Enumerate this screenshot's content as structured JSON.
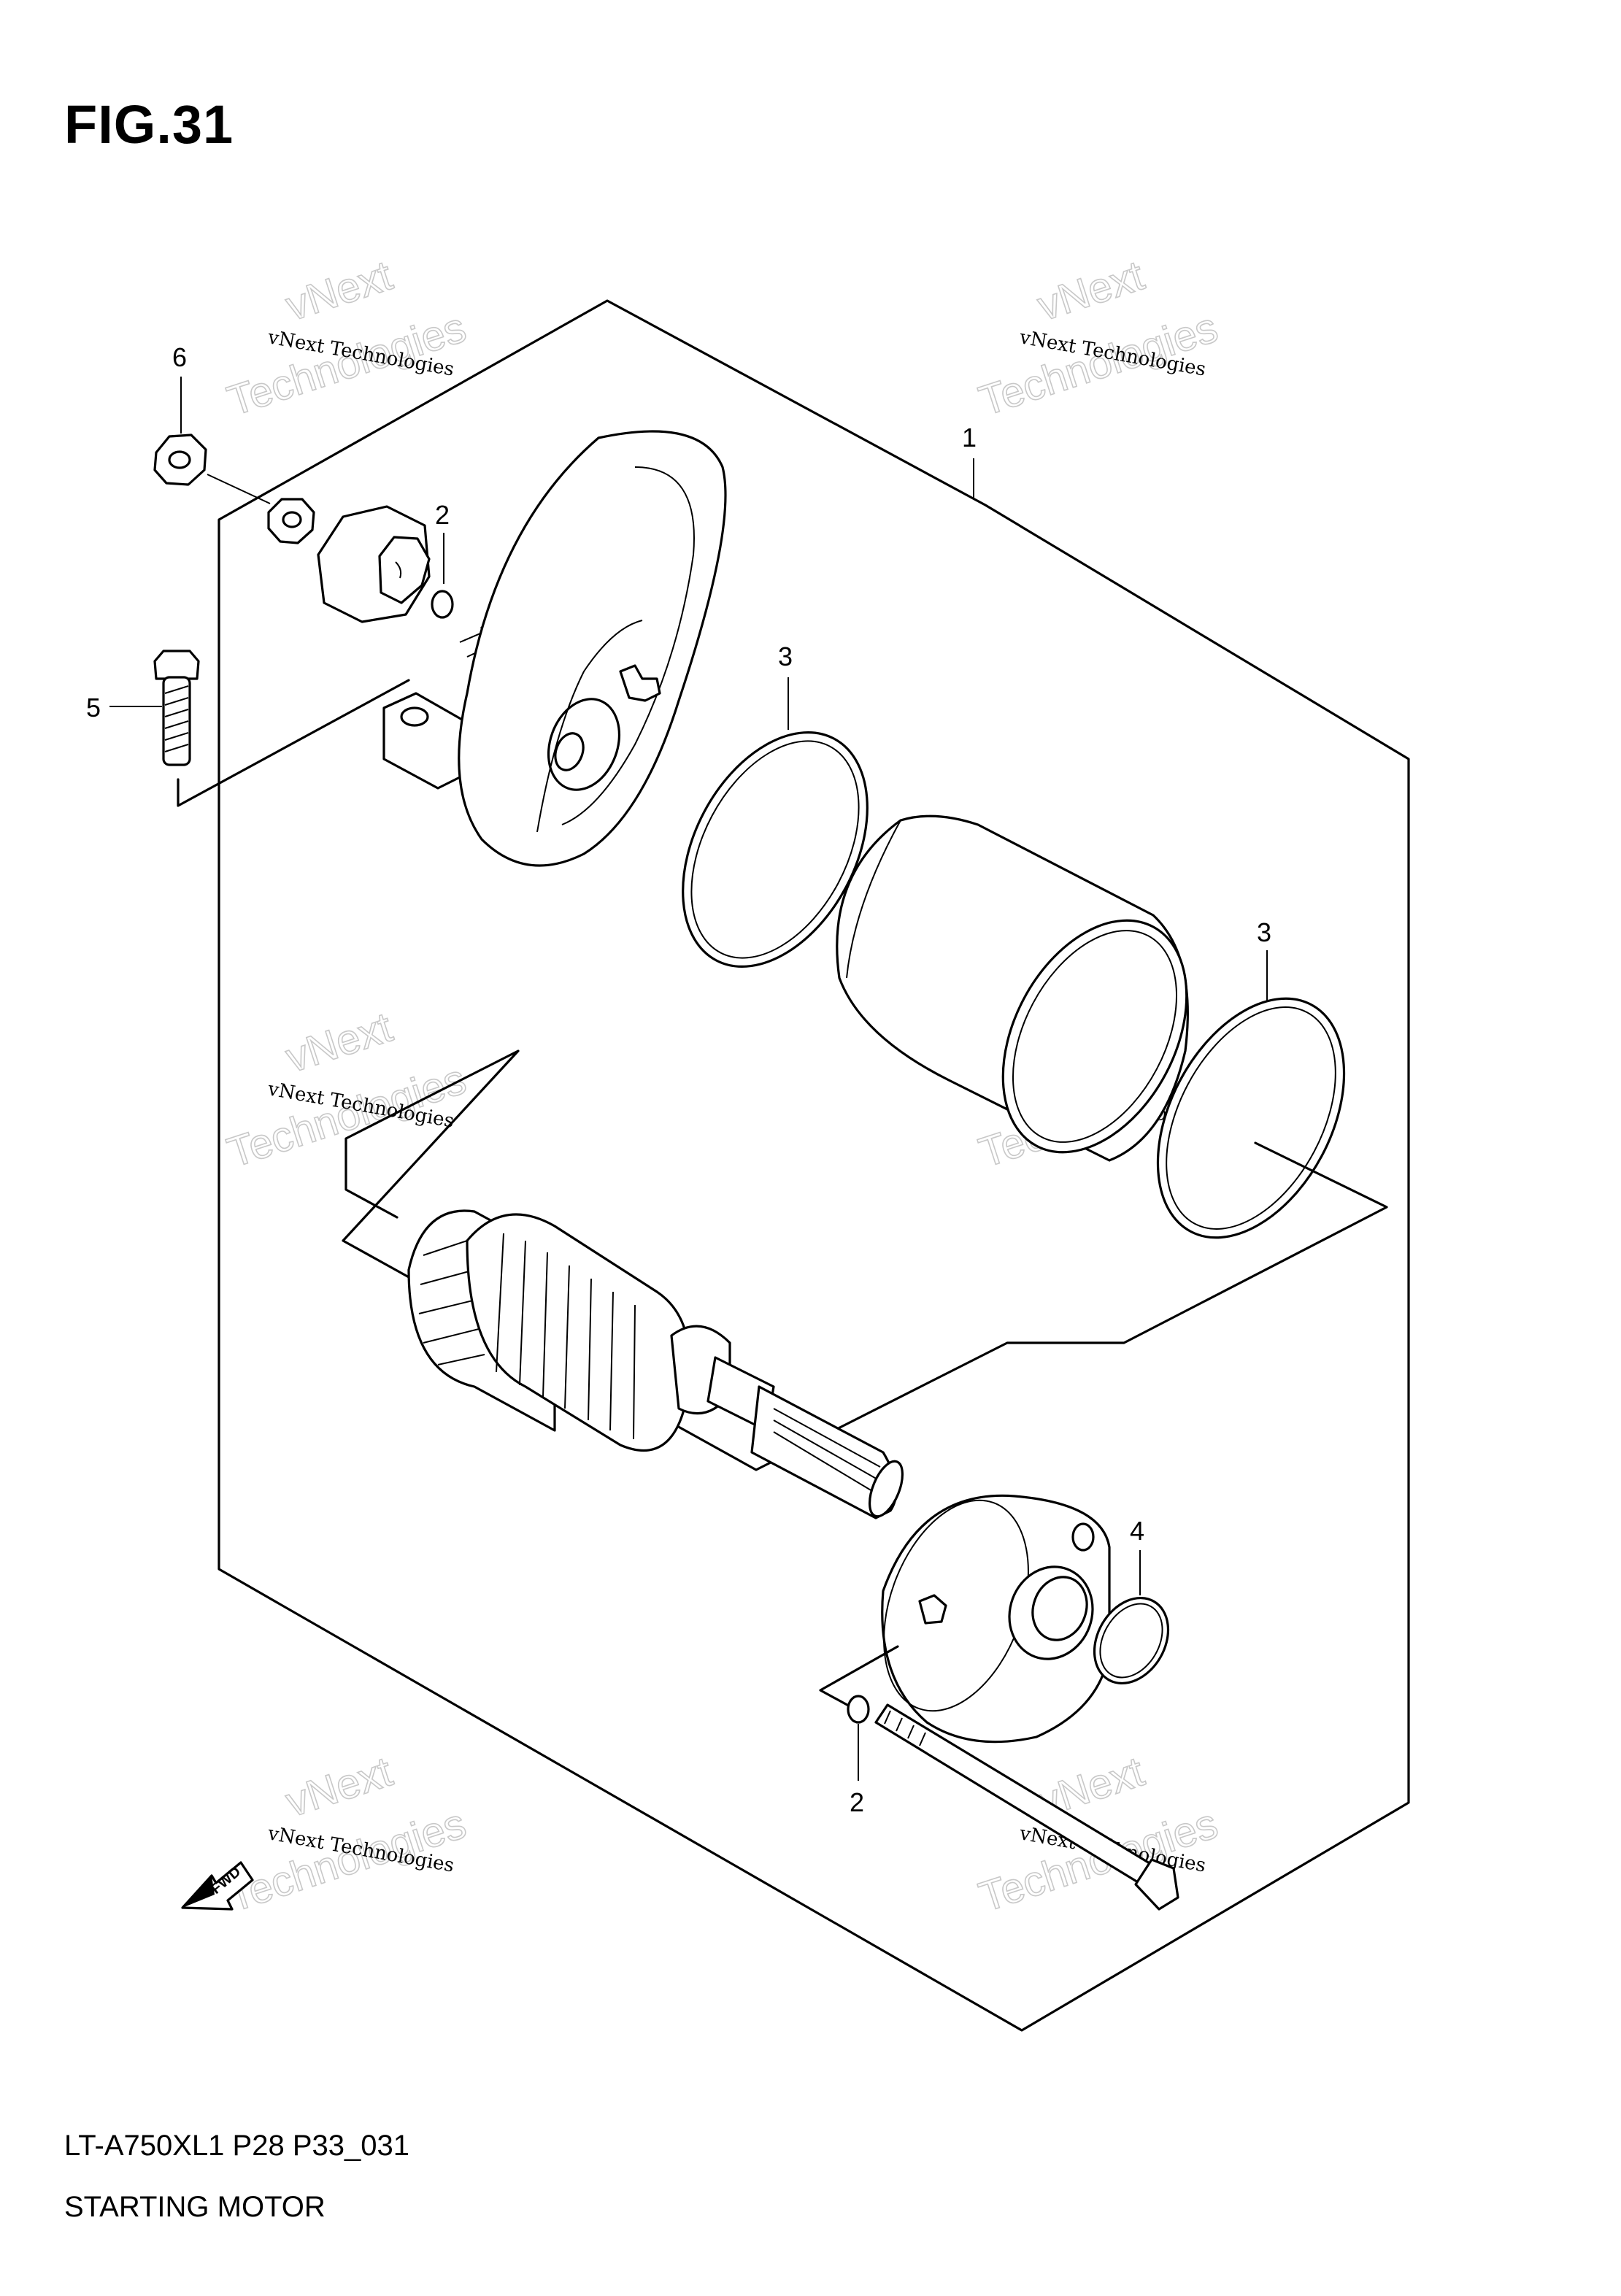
{
  "figure": {
    "title": "FIG.31"
  },
  "footer": {
    "model_code": "LT-A750XL1 P28 P33_031",
    "section_name": "STARTING MOTOR"
  },
  "callouts": [
    "1",
    "2",
    "2",
    "3",
    "3",
    "4",
    "5",
    "6"
  ],
  "fwd_label": "FWD",
  "watermark": {
    "line1": "vNext Technologies",
    "big1": "vNext",
    "big2": "Technologies"
  }
}
